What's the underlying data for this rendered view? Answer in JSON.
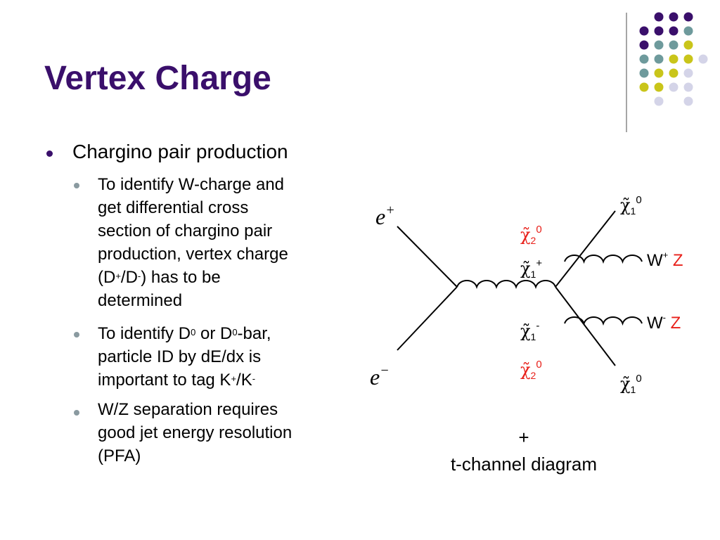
{
  "title": "Vertex Charge",
  "bullet_main": "Chargino pair production",
  "sub_bullets": {
    "b1": {
      "l1": "To identify W-charge and",
      "l2": "get differential cross",
      "l3": "section of chargino pair",
      "l4": "production, vertex charge",
      "l5a": "(D",
      "l5b": "+",
      "l5c": "/D",
      "l5d": "-",
      "l5e": ") has to be",
      "l6": "determined"
    },
    "b2": {
      "l1a": "To identify D",
      "l1b": "0",
      "l1c": " or D",
      "l1d": "0",
      "l1e": "-bar,",
      "l2": "particle ID by dE/dx is",
      "l3a": "important to tag K",
      "l3b": "+",
      "l3c": "/K",
      "l3d": "-"
    },
    "b3": {
      "l1": "W/Z separation requires",
      "l2": "good jet energy resolution",
      "l3": "(PFA)"
    }
  },
  "diagram": {
    "e_plus": {
      "base": "e",
      "sup": "+"
    },
    "e_minus": {
      "base": "e",
      "sup": "−"
    },
    "chi": "χ̃",
    "chi1_0_top": {
      "sub": "1",
      "sup": "0"
    },
    "chi2_0_top": {
      "sub": "2",
      "sup": "0"
    },
    "chi1_plus": {
      "sub": "1",
      "sup": "+"
    },
    "chi1_minus": {
      "sub": "1",
      "sup": "-"
    },
    "chi2_0_bottom": {
      "sub": "2",
      "sup": "0"
    },
    "chi1_0_bottom": {
      "sub": "1",
      "sup": "0"
    },
    "w_plus": {
      "base": "W",
      "sup": "+"
    },
    "w_minus": {
      "base": "W",
      "sup": "-"
    },
    "z_top": "Z",
    "z_bottom": "Z"
  },
  "caption": {
    "line1": "+",
    "line2": "t-channel diagram"
  },
  "colors": {
    "title": "#3a0f6b",
    "accent_red": "#e8201a",
    "dot_purple": "#3a0f6b",
    "dot_teal": "#6e9a9c",
    "dot_yellow": "#c9c51a",
    "dot_lavender": "#d4d4e8"
  }
}
